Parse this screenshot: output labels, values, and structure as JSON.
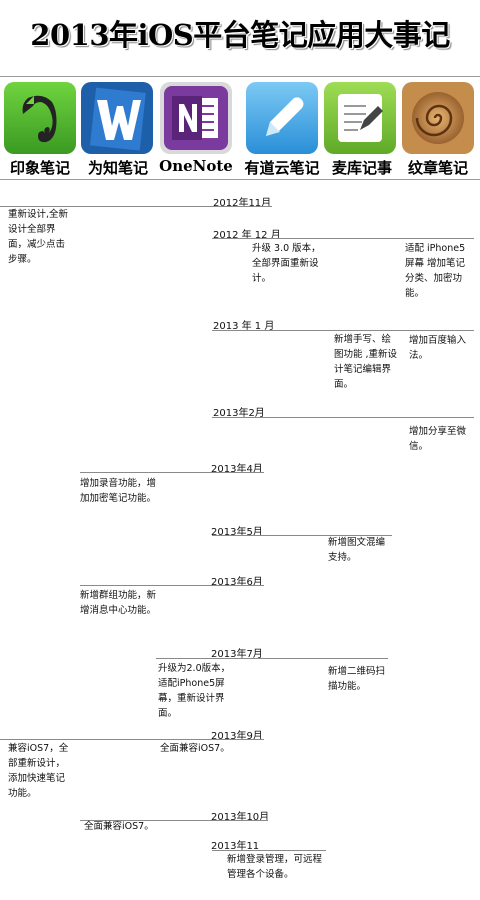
{
  "title": "2013年iOS平台笔记应用大事记",
  "apps": [
    {
      "name": "印象笔记",
      "icon": "evernote-elephant-icon",
      "color": "#4caf2f"
    },
    {
      "name": "为知笔记",
      "icon": "wiz-w-icon",
      "color": "#1d5fa8"
    },
    {
      "name": "OneNote",
      "icon": "onenote-n-icon",
      "color": "#7b3b9e"
    },
    {
      "name": "有道云笔记",
      "icon": "youdao-pen-icon",
      "color": "#3fa6e8"
    },
    {
      "name": "麦库记事",
      "icon": "maiku-notepad-icon",
      "color": "#7ec63b"
    },
    {
      "name": "纹章笔记",
      "icon": "snail-shell-icon",
      "color": "#b5763a"
    }
  ],
  "timeline": [
    {
      "date": "2012年11月"
    },
    {
      "date": "2012 年 12 月"
    },
    {
      "date": "2013 年 1 月"
    },
    {
      "date": "2013年2月"
    },
    {
      "date": "2013年4月"
    },
    {
      "date": "2013年5月"
    },
    {
      "date": "2013年6月"
    },
    {
      "date": "2013年7月"
    },
    {
      "date": "2013年9月"
    },
    {
      "date": "2013年10月"
    },
    {
      "date": "2013年11"
    }
  ],
  "notes": {
    "evernote_nov2012": "重新设计,全新设计全部界面，减少点击步骤。",
    "youdao_dec2012": "升级 3.0 版本，全部界面重新设计。",
    "wenzhang_dec2012": "适配 iPhone5 屏幕 增加笔记分类、加密功能。",
    "maiku_jan2013": "新增手写、绘图功能 ,重新设计笔记编辑界面。",
    "wenzhang_jan2013": "增加百度输入法。",
    "wenzhang_feb2013": "增加分享至微信。",
    "wiz_apr2013": "增加录音功能，增加加密笔记功能。",
    "maiku_may2013": "新增图文混编支持。",
    "wiz_jun2013": "新增群组功能，新增消息中心功能。",
    "onenote_jul2013": "升级为2.0版本，适配iPhone5屏幕，重新设计界面。",
    "maiku_jul2013": "新增二维码扫描功能。",
    "evernote_sep2013": "兼容iOS7，全部重新设计，添加快速笔记功能。",
    "onenote_sep2013": "全面兼容iOS7。",
    "wiz_oct2013": "全面兼容iOS7。",
    "youdao_nov2013": "新增登录管理，可远程管理各个设备。"
  }
}
